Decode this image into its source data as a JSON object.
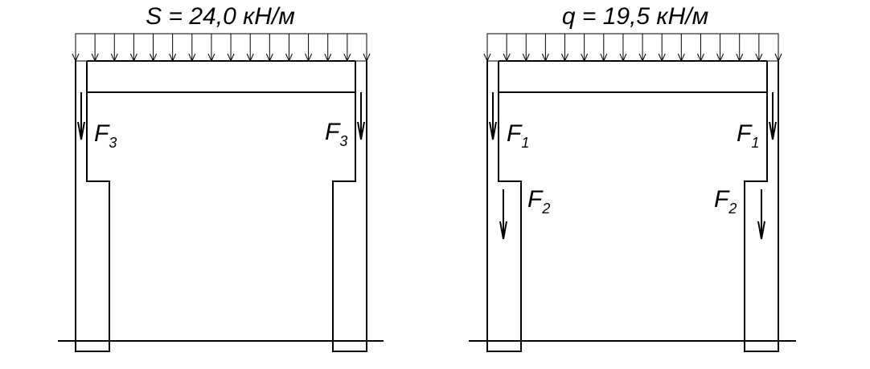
{
  "diagrams": [
    {
      "title": "S = 24,0 кН/м",
      "forces": [
        {
          "letter": "F",
          "subscript": "3"
        },
        {
          "letter": "F",
          "subscript": "3"
        }
      ]
    },
    {
      "title": "q = 19,5 кН/м",
      "forces": [
        {
          "letter": "F",
          "subscript": "1"
        },
        {
          "letter": "F",
          "subscript": "1"
        },
        {
          "letter": "F",
          "subscript": "2"
        },
        {
          "letter": "F",
          "subscript": "2"
        }
      ]
    }
  ]
}
